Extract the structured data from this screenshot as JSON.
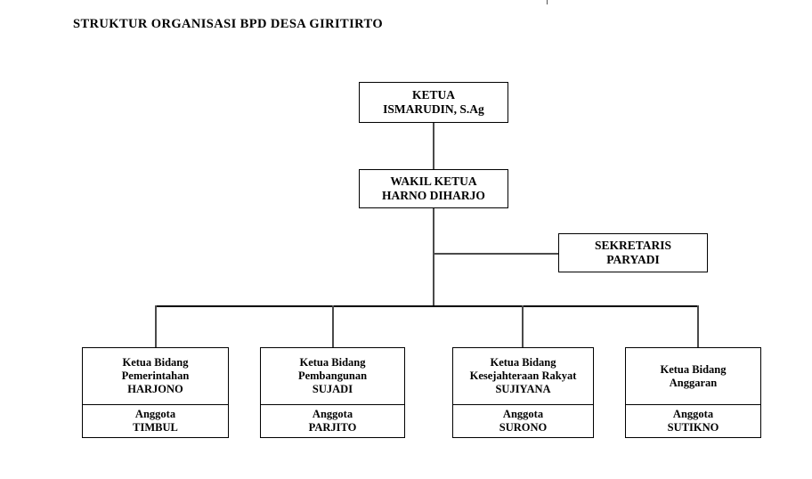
{
  "page": {
    "title": "STRUKTUR ORGANISASI BPD DESA GIRITIRTO",
    "background_color": "#ffffff",
    "text_color": "#000000",
    "line_color": "#4a4a4a",
    "border_color": "#000000"
  },
  "chart_data": {
    "type": "diagram",
    "subtype": "organizational-chart",
    "title": "STRUKTUR ORGANISASI BPD DESA GIRITIRTO",
    "nodes": [
      {
        "id": "ketua",
        "role": "KETUA",
        "name": "ISMARUDIN, S.Ag",
        "level": 0
      },
      {
        "id": "wakil",
        "role": "WAKIL KETUA",
        "name": "HARNO DIHARJO",
        "level": 1
      },
      {
        "id": "sekretaris",
        "role": "SEKRETARIS",
        "name": "PARYADI",
        "level": 2
      },
      {
        "id": "bidang1",
        "role": "Ketua Bidang",
        "field": "Pemerintahan",
        "name": "HARJONO",
        "member_role": "Anggota",
        "member_name": "TIMBUL",
        "level": 3
      },
      {
        "id": "bidang2",
        "role": "Ketua Bidang",
        "field": "Pembangunan",
        "name": "SUJADI",
        "member_role": "Anggota",
        "member_name": "PARJITO",
        "level": 3
      },
      {
        "id": "bidang3",
        "role": "Ketua Bidang",
        "field": "Kesejahteraan Rakyat",
        "name": "SUJIYANA",
        "member_role": "Anggota",
        "member_name": "SURONO",
        "level": 3
      },
      {
        "id": "bidang4",
        "role": "Ketua Bidang",
        "field": "Anggaran",
        "name": "",
        "member_role": "Anggota",
        "member_name": "SUTIKNO",
        "level": 3
      }
    ],
    "edges": [
      {
        "from": "ketua",
        "to": "wakil"
      },
      {
        "from": "wakil",
        "to": "sekretaris"
      },
      {
        "from": "wakil",
        "to": "bidang1"
      },
      {
        "from": "wakil",
        "to": "bidang2"
      },
      {
        "from": "wakil",
        "to": "bidang3"
      },
      {
        "from": "wakil",
        "to": "bidang4"
      }
    ]
  },
  "boxes": {
    "ketua": {
      "role": "KETUA",
      "name": "ISMARUDIN, S.Ag"
    },
    "wakil": {
      "role": "WAKIL KETUA",
      "name": "HARNO DIHARJO"
    },
    "sekretaris": {
      "role": "SEKRETARIS",
      "name": "PARYADI"
    },
    "bidang": [
      {
        "role": "Ketua Bidang",
        "field": "Pemerintahan",
        "name": "HARJONO",
        "member_role": "Anggota",
        "member_name": "TIMBUL"
      },
      {
        "role": "Ketua Bidang",
        "field": "Pembangunan",
        "name": "SUJADI",
        "member_role": "Anggota",
        "member_name": "PARJITO"
      },
      {
        "role": "Ketua Bidang",
        "field": "Kesejahteraan Rakyat",
        "name": "SUJIYANA",
        "member_role": "Anggota",
        "member_name": "SURONO"
      },
      {
        "role": "Ketua Bidang",
        "field": "Anggaran",
        "name": "",
        "member_role": "Anggota",
        "member_name": "SUTIKNO"
      }
    ]
  }
}
